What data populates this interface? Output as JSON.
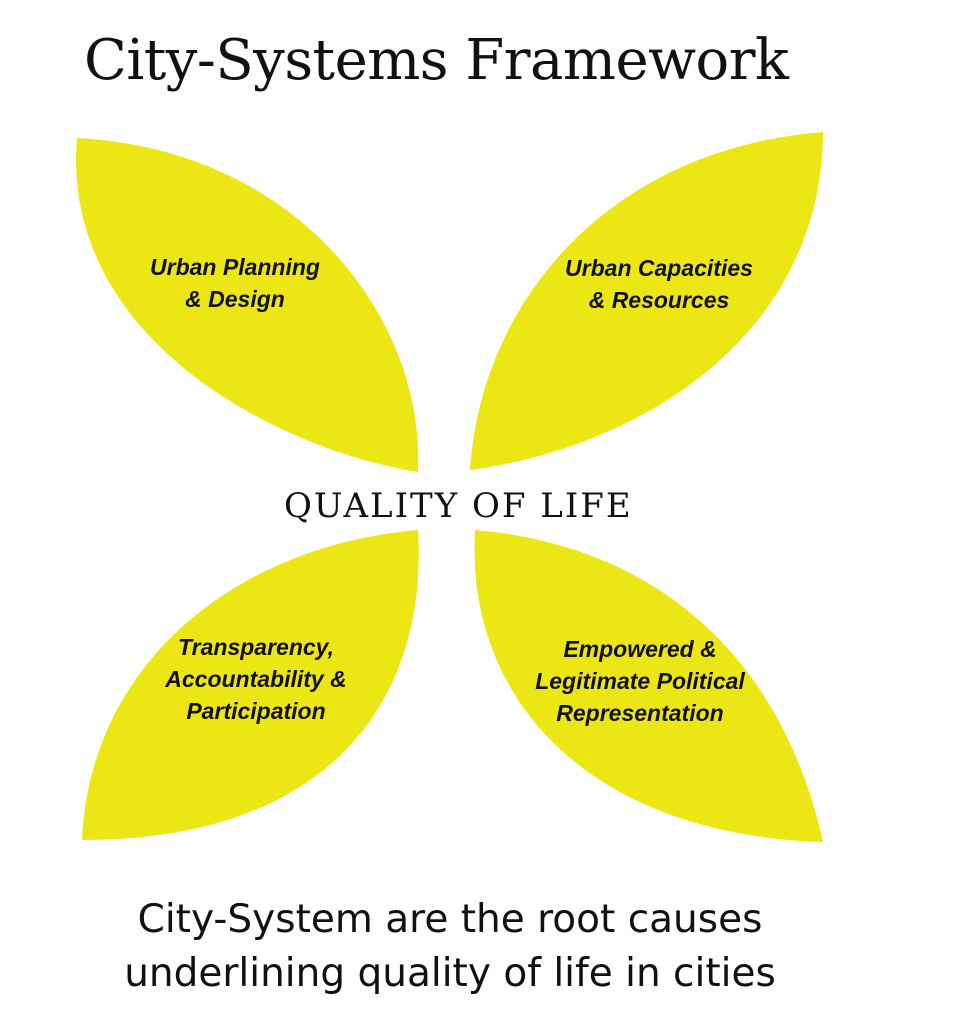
{
  "title": "City-Systems Framework",
  "center_label": "QUALITY OF LIFE",
  "petals": [
    {
      "id": "top-left",
      "lines": [
        "Urban Planning",
        "& Design"
      ]
    },
    {
      "id": "top-right",
      "lines": [
        "Urban Capacities",
        "& Resources"
      ]
    },
    {
      "id": "bottom-left",
      "lines": [
        "Transparency,",
        "Accountability &",
        "Participation"
      ]
    },
    {
      "id": "bottom-right",
      "lines": [
        "Empowered &",
        "Legitimate Political",
        "Representation"
      ]
    }
  ],
  "caption": {
    "line1": "City-System are the root causes",
    "line2": "underlining quality of life in cities"
  },
  "colors": {
    "petal": "#ECE714",
    "text": "#111111",
    "background": "#FFFFFF"
  }
}
